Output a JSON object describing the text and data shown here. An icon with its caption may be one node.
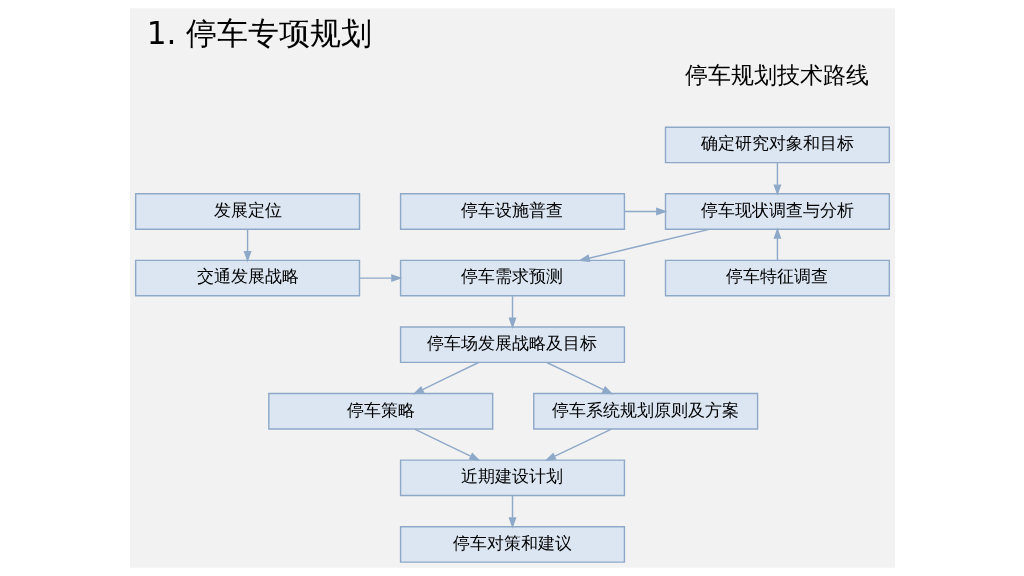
{
  "diagram": {
    "title": "1. 停车专项规划",
    "nodes": [
      {
        "text": [
          "确定研究对象和目标"
        ]
      },
      {
        "text": [
          "停车现状调查与分析"
        ]
      },
      {
        "text": [
          "停车设施普查"
        ]
      },
      {
        "text": [
          "停车特征调查"
        ]
      },
      {
        "text": [
          "发展定位"
        ]
      },
      {
        "text": [
          "交通发展战略"
        ]
      },
      {
        "text": [
          "停车需求预测"
        ]
      },
      {
        "text": [
          "停车场发展战略及目标"
        ]
      },
      {
        "text": [
          "停车策略"
        ]
      },
      {
        "text": [
          "停车系统规划原则及方案"
        ]
      },
      {
        "text": [
          "近期建设计划"
        ]
      },
      {
        "text": [
          "停车对策和建议"
        ]
      }
    ],
    "edges": [
      {
        "from": 0,
        "to": 1,
        "arrow": "to"
      },
      {
        "from": 2,
        "to": 1,
        "arrow": "to"
      },
      {
        "from": 3,
        "to": 1,
        "arrow": "to"
      },
      {
        "from": 1,
        "to": 6,
        "arrow": "to"
      },
      {
        "from": 4,
        "to": 5,
        "arrow": "to"
      },
      {
        "from": 5,
        "to": 6,
        "arrow": "to"
      },
      {
        "from": 6,
        "to": 7,
        "arrow": "to"
      },
      {
        "from": 7,
        "to": 8,
        "arrow": "to"
      },
      {
        "from": 7,
        "to": 9,
        "arrow": "to"
      },
      {
        "from": 8,
        "to": 10,
        "arrow": "to"
      },
      {
        "from": 9,
        "to": 10,
        "arrow": "to"
      },
      {
        "from": 10,
        "to": 11,
        "arrow": "to"
      }
    ],
    "labels": [
      "停车规划技术路线"
    ]
  }
}
